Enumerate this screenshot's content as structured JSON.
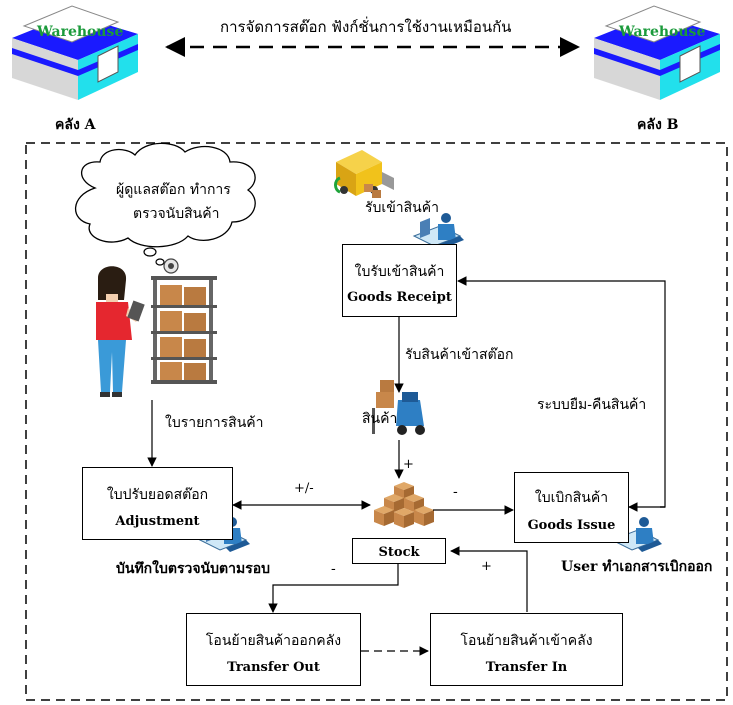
{
  "top": {
    "title": "การจัดการสต๊อก ฟังก์ชั่นการใช้งานเหมือนกัน",
    "warehouse_logo_text": "Warehouse",
    "warehouse_a": "คลัง A",
    "warehouse_b": "คลัง B"
  },
  "cloud": {
    "line1": "ผู้ดูแลสต๊อก ทำการ",
    "line2": "ตรวจนับสินค้า"
  },
  "labels": {
    "receive": "รับเข้าสินค้า",
    "receive_to_stock": "รับสินค้าเข้าสต๊อก",
    "goods": "สินค้า",
    "plus_top": "+",
    "item_list": "ใบรายการสินค้า",
    "plus_minus": "+/-",
    "minus_right": "-",
    "borrow_return": "ระบบยืม-คืนสินค้า",
    "record_count": "บันทึกใบตรวจนับตามรอบ",
    "user_issue": "User ทำเอกสารเบิกออก",
    "minus_bottom": "-",
    "plus_bottom": "+"
  },
  "boxes": {
    "goods_receipt": {
      "th": "ใบรับเข้าสินค้า",
      "en": "Goods Receipt"
    },
    "adjustment": {
      "th": "ใบปรับยอดสต๊อก",
      "en": "Adjustment"
    },
    "goods_issue": {
      "th": "ใบเบิกสินค้า",
      "en": "Goods Issue"
    },
    "stock": {
      "en": "Stock"
    },
    "transfer_out": {
      "th": "โอนย้ายสินค้าออกคลัง",
      "en": "Transfer Out"
    },
    "transfer_in": {
      "th": "โอนย้ายสินค้าเข้าคลัง",
      "en": "Transfer In"
    }
  },
  "colors": {
    "warehouse_blue": "#1a1aff",
    "warehouse_cyan": "#22e0ec",
    "warehouse_grey": "#c9c9c9",
    "warehouse_text": "#1a9a3a",
    "box_brown": "#c8874a",
    "truck_yellow": "#f1c21b"
  },
  "icons": [
    "warehouse-icon",
    "delivery-truck-icon",
    "worker-computer-icon",
    "woman-tablet-icon",
    "shelf-icon",
    "camera-icon",
    "forklift-icon",
    "boxes-stack-icon"
  ]
}
